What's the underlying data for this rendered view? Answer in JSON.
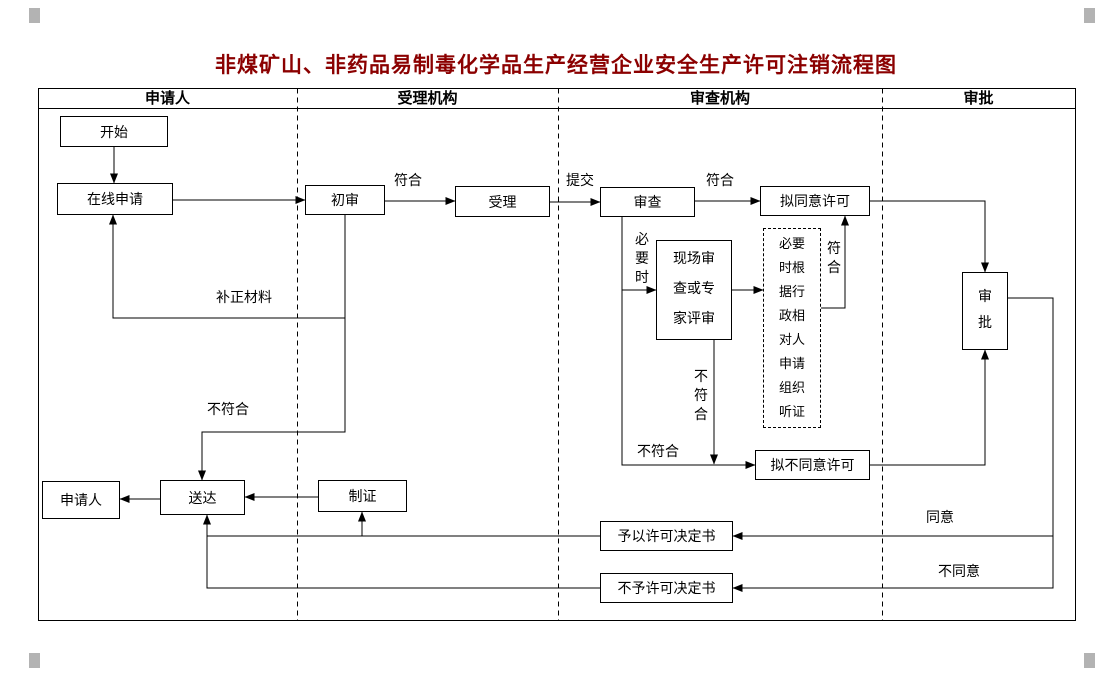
{
  "colors": {
    "title_text": "#8B0000",
    "line": "#000000",
    "page_bg": "#FFFFFF",
    "crop_mark": "#B3B3B3"
  },
  "title": "非煤矿山、非药品易制毒化学品生产经营企业安全生产许可注销流程图",
  "lanes": {
    "applicant": "申请人",
    "acceptance_org": "受理机构",
    "review_org": "审查机构",
    "approval": "审批"
  },
  "nodes": {
    "start": "开始",
    "online_apply": "在线申请",
    "initial_review": "初审",
    "accept": "受理",
    "review": "审查",
    "propose_approve": "拟同意许可",
    "onsite_expert_review": "现场审查或专家评审",
    "hearing": "必要时根据行政相对人申请组织听证",
    "approval": "审批",
    "propose_deny": "拟不同意许可",
    "applicant": "申请人",
    "deliver": "送达",
    "make_certificate": "制证",
    "grant_decision": "予以许可决定书",
    "deny_decision": "不予许可决定书"
  },
  "edge_labels": {
    "conform_initial": "符合",
    "submit": "提交",
    "conform_review": "符合",
    "conform_hearing": "符合",
    "when_necessary": "必要时",
    "not_conform_initial": "不符合",
    "not_conform_onsite": "不符合",
    "not_conform_review": "不符合",
    "supplement_materials": "补正材料",
    "agree": "同意",
    "disagree": "不同意"
  }
}
